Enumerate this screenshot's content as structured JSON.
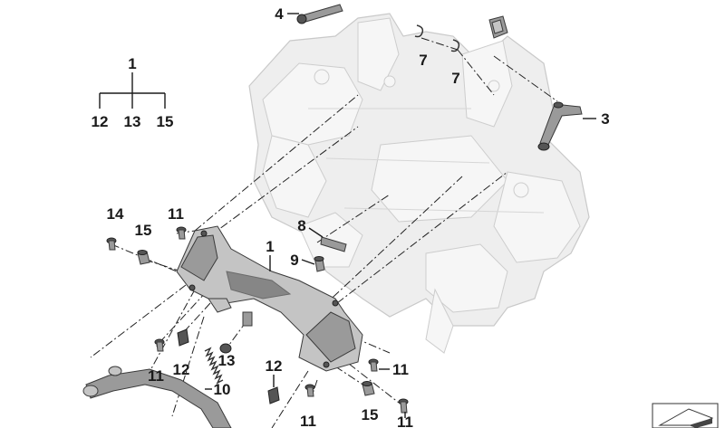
{
  "diagram": {
    "callouts": {
      "c1_top": "1",
      "c12_tree": "12",
      "c13_tree": "13",
      "c15_tree": "15",
      "c4": "4",
      "c7_left": "7",
      "c7_right": "7",
      "c3": "3",
      "c14": "14",
      "c15_left": "15",
      "c11_upper": "11",
      "c8": "8",
      "c9": "9",
      "c1_bracket": "1",
      "c11_lower_left": "11",
      "c12_lower_left": "12",
      "c13_lower": "13",
      "c10": "10",
      "c12_lower_mid": "12",
      "c11_right": "11",
      "c11_bottom": "11",
      "c15_bottom": "15",
      "c11_far_right": "11"
    }
  }
}
